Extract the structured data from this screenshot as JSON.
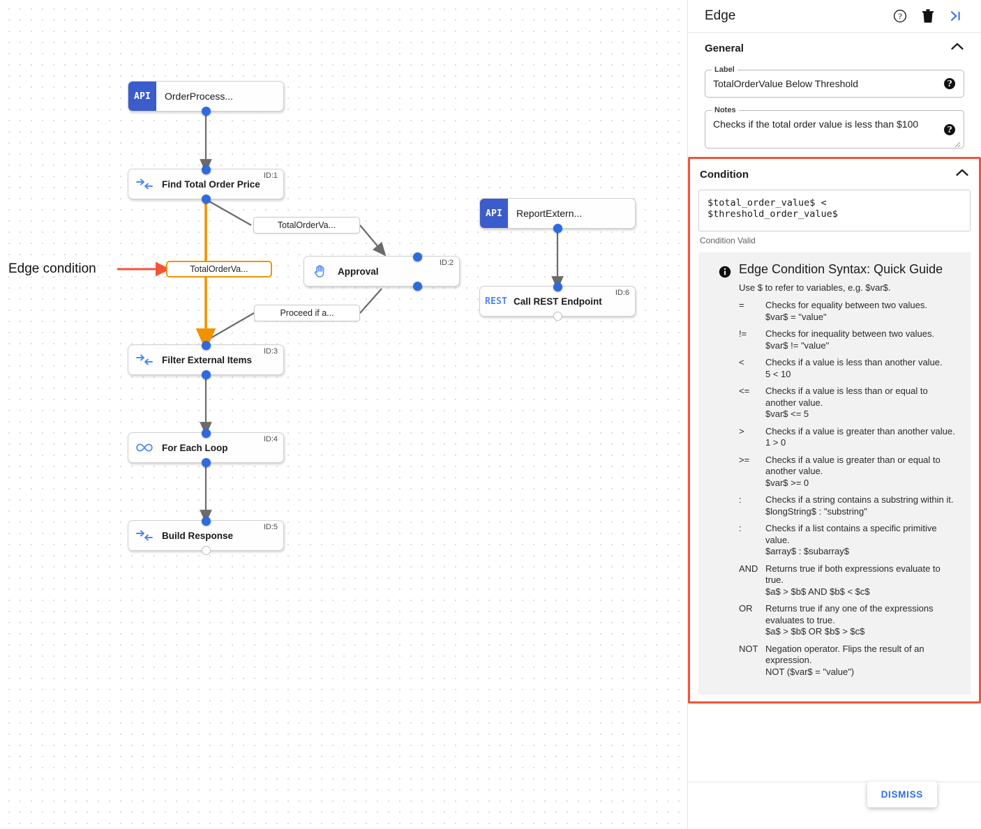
{
  "canvas": {
    "annotation": "Edge condition",
    "nodes": [
      {
        "id": "n-orderprocess",
        "title": "OrderProcess...",
        "badge": "API",
        "idlabel": "",
        "kind": "api"
      },
      {
        "id": "n-find-total",
        "title": "Find Total Order Price",
        "badge": "",
        "idlabel": "ID:1",
        "kind": "transform"
      },
      {
        "id": "n-approval",
        "title": "Approval",
        "badge": "",
        "idlabel": "ID:2",
        "kind": "approval"
      },
      {
        "id": "n-filter",
        "title": "Filter External Items",
        "badge": "",
        "idlabel": "ID:3",
        "kind": "transform"
      },
      {
        "id": "n-foreach",
        "title": "For Each Loop",
        "badge": "",
        "idlabel": "ID:4",
        "kind": "loop"
      },
      {
        "id": "n-build",
        "title": "Build Response",
        "badge": "",
        "idlabel": "ID:5",
        "kind": "transform"
      },
      {
        "id": "n-reportextern",
        "title": "ReportExtern...",
        "badge": "API",
        "idlabel": "",
        "kind": "api"
      },
      {
        "id": "n-call-rest",
        "title": "Call REST Endpoint",
        "badge": "REST",
        "idlabel": "ID:6",
        "kind": "rest"
      }
    ],
    "edge_labels": [
      {
        "id": "lbl-above-approval",
        "text": "TotalOrderVa...",
        "selected": false
      },
      {
        "id": "lbl-selected",
        "text": "TotalOrderVa...",
        "selected": true
      },
      {
        "id": "lbl-proceed",
        "text": "Proceed if a...",
        "selected": false
      }
    ],
    "colors": {
      "selected_edge": "#F19203",
      "edge": "#6b6b6b",
      "port": "#2d6ae0",
      "api_badge": "#3b5ccc",
      "annotation_arrow": "#F4533A"
    }
  },
  "panel": {
    "title": "Edge",
    "header_icons": [
      {
        "name": "help-icon",
        "glyph": "?"
      },
      {
        "name": "delete-icon",
        "glyph": "trash"
      },
      {
        "name": "collapse-panel-icon",
        "glyph": ">|"
      }
    ],
    "general": {
      "section_title": "General",
      "label_legend": "Label",
      "label_value": "TotalOrderValue Below Threshold",
      "notes_legend": "Notes",
      "notes_value": "Checks if the total order value is less than $100",
      "help_glyph": "?"
    },
    "condition": {
      "section_title": "Condition",
      "expression": "$total_order_value$ < $threshold_order_value$",
      "status": "Condition Valid",
      "highlight_color": "#F4533A",
      "guide": {
        "heading": "Edge Condition Syntax: Quick Guide",
        "intro": "Use $ to refer to variables, e.g. $var$.",
        "operators": [
          {
            "symbol": "=",
            "description": "Checks for equality between two values.",
            "example": "$var$ = \"value\""
          },
          {
            "symbol": "!=",
            "description": "Checks for inequality between two values.",
            "example": "$var$ != \"value\""
          },
          {
            "symbol": "<",
            "description": "Checks if a value is less than another value.",
            "example": "5 < 10"
          },
          {
            "symbol": "<=",
            "description": "Checks if a value is less than or equal to another value.",
            "example": "$var$ <= 5"
          },
          {
            "symbol": ">",
            "description": "Checks if a value is greater than another value.",
            "example": "1 > 0"
          },
          {
            "symbol": ">=",
            "description": "Checks if a value is greater than or equal to another value.",
            "example": "$var$ >= 0"
          },
          {
            "symbol": ":",
            "description": "Checks if a string contains a substring within it.",
            "example": "$longString$ : \"substring\""
          },
          {
            "symbol": ":",
            "description": "Checks if a list contains a specific primitive value.",
            "example": "$array$ : $subarray$"
          },
          {
            "symbol": "AND",
            "description": "Returns true if both expressions evaluate to true.",
            "example": "$a$ > $b$ AND $b$ < $c$"
          },
          {
            "symbol": "OR",
            "description": "Returns true if any one of the expressions evaluates to true.",
            "example": "$a$ > $b$ OR $b$ > $c$"
          },
          {
            "symbol": "NOT",
            "description": "Negation operator. Flips the result of an expression.",
            "example": "NOT ($var$ = \"value\")"
          }
        ]
      }
    },
    "dismiss_label": "DISMISS"
  }
}
